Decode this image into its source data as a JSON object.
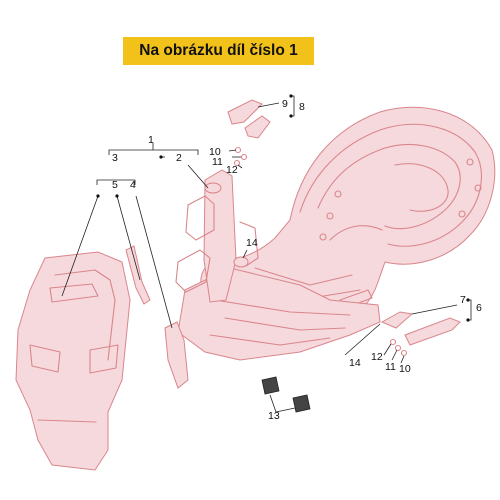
{
  "banner": {
    "text": "Na obrázku díl číslo 1"
  },
  "callouts": {
    "c1": "1",
    "c2": "2",
    "c3": "3",
    "c4": "4",
    "c5": "5",
    "c6": "6",
    "c7": "7",
    "c8": "8",
    "c9": "9",
    "c10a": "10",
    "c11a": "11",
    "c12a": "12",
    "c10b": "10",
    "c11b": "11",
    "c12b": "12",
    "c13": "13",
    "c14a": "14",
    "c14b": "14"
  },
  "colors": {
    "banner_bg": "#f3c21a",
    "part_line": "#d9868c",
    "part_fill": "#f6d9dc",
    "callout_text": "#111111"
  }
}
